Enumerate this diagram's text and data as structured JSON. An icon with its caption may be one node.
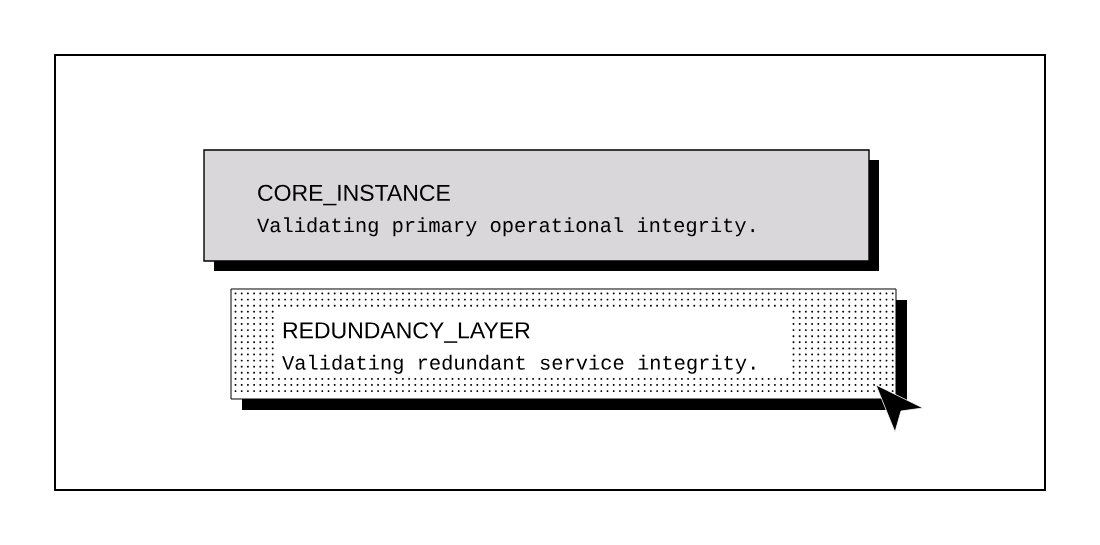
{
  "diagram": {
    "nodes": [
      {
        "text": [
          "CORE_INSTANCE",
          "Validating primary operational integrity."
        ]
      },
      {
        "text": [
          "REDUNDANCY_LAYER",
          "Validating redundant service integrity."
        ]
      }
    ]
  }
}
